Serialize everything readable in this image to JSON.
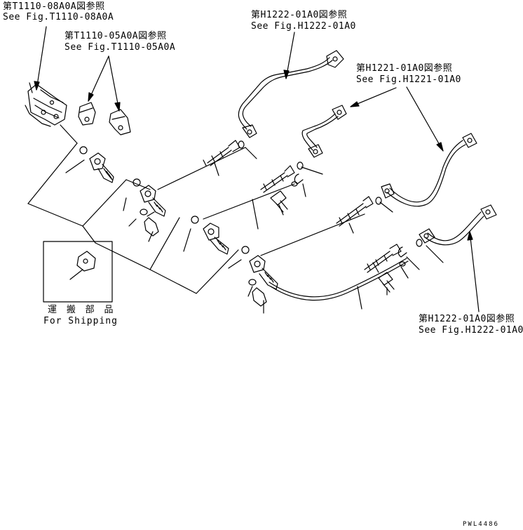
{
  "references": {
    "t1110_08a0a": {
      "jp": "第T1110-08A0A図参照",
      "en": "See Fig.T1110-08A0A"
    },
    "t1110_05a0a": {
      "jp": "第T1110-05A0A図参照",
      "en": "See Fig.T1110-05A0A"
    },
    "h1222_top": {
      "jp": "第H1222-01A0図参照",
      "en": "See Fig.H1222-01A0"
    },
    "h1221": {
      "jp": "第H1221-01A0図参照",
      "en": "See Fig.H1221-01A0"
    },
    "h1222_bottom": {
      "jp": "第H1222-01A0図参照",
      "en": "See Fig.H1222-01A0"
    }
  },
  "shipping": {
    "jp": "運 搬 部 品",
    "en": "For Shipping"
  },
  "drawing_code": "PWL4486"
}
